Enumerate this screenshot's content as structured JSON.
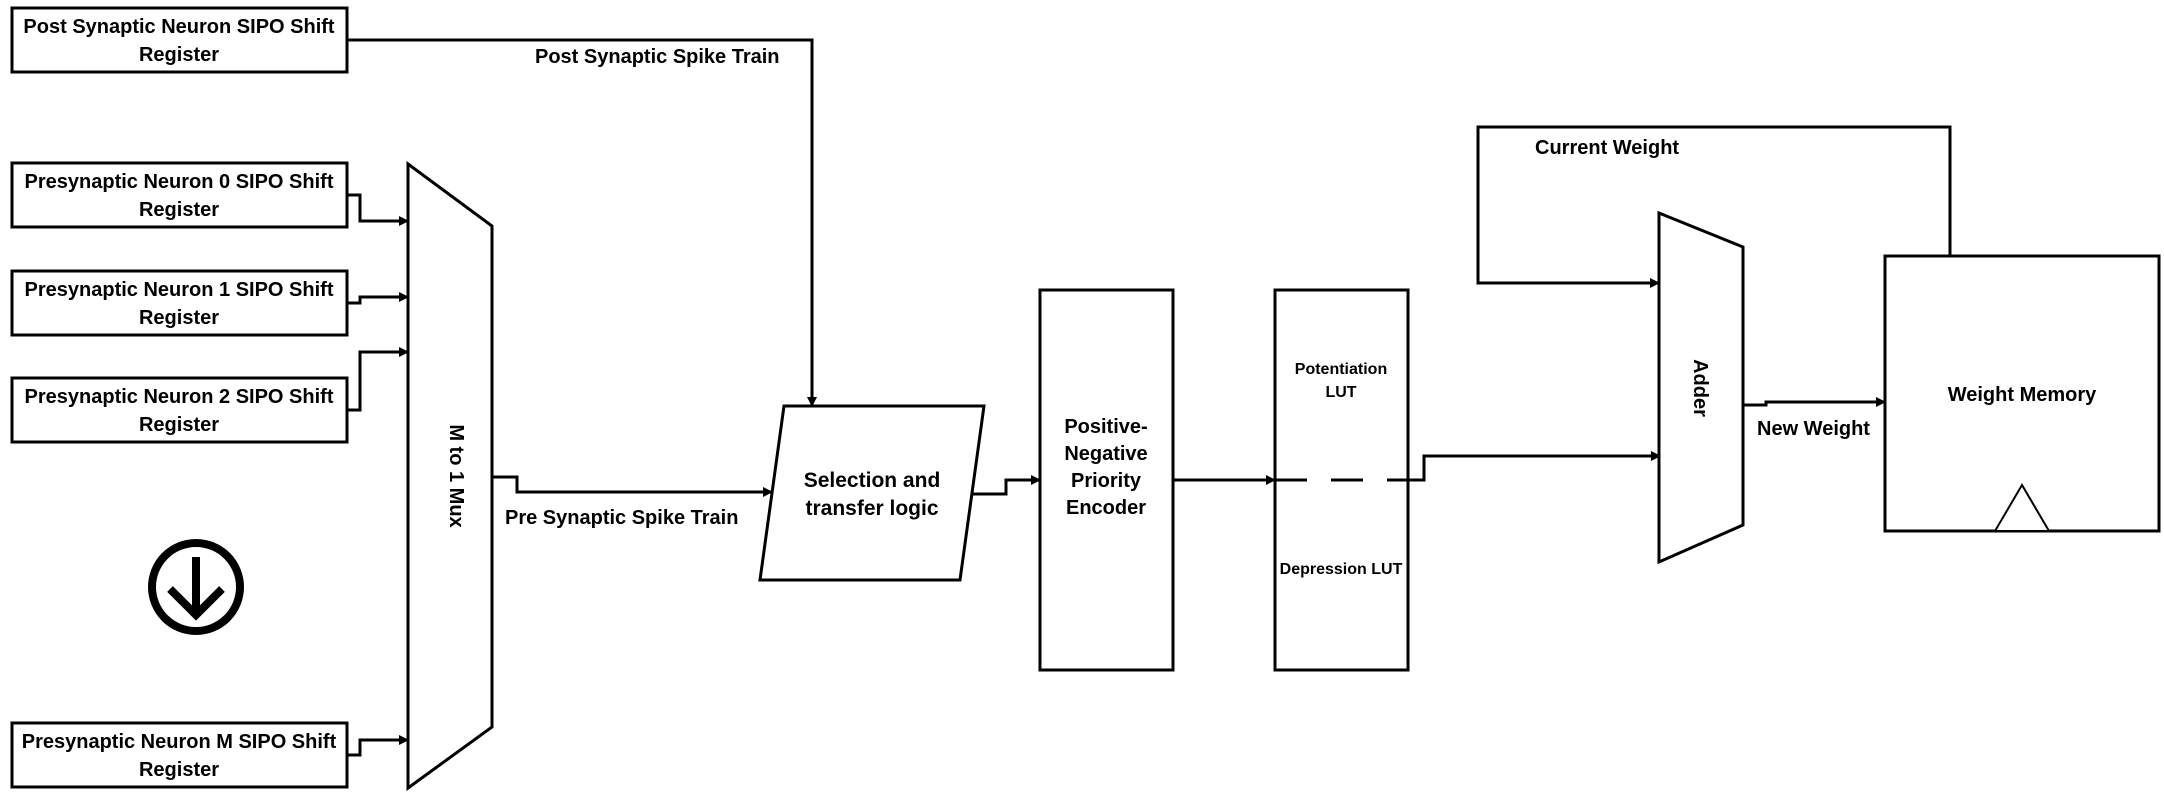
{
  "post_register": {
    "line1": "Post Synaptic Neuron SIPO Shift",
    "line2": "Register"
  },
  "pre_registers": [
    {
      "line1": "Presynaptic Neuron 0 SIPO Shift",
      "line2": "Register"
    },
    {
      "line1": "Presynaptic Neuron 1 SIPO Shift",
      "line2": "Register"
    },
    {
      "line1": "Presynaptic Neuron 2 SIPO Shift",
      "line2": "Register"
    },
    {
      "line1": "Presynaptic Neuron M SIPO Shift",
      "line2": "Register"
    }
  ],
  "mux_label": "M to 1 Mux",
  "selection_block": {
    "line1": "Selection and",
    "line2": "transfer logic"
  },
  "encoder_block": {
    "line1": "Positive-",
    "line2": "Negative",
    "line3": "Priority",
    "line4": "Encoder"
  },
  "lut_block": {
    "potentiation_line1": "Potentiation",
    "potentiation_line2": "LUT",
    "depression": "Depression LUT"
  },
  "adder_label": "Adder",
  "weight_memory_label": "Weight Memory",
  "signals": {
    "post_spike_train": "Post Synaptic Spike Train",
    "pre_spike_train": "Pre Synaptic Spike Train",
    "current_weight": "Current Weight",
    "new_weight": "New Weight"
  },
  "icons": {
    "more_registers": "arrow-down-circle-icon"
  }
}
